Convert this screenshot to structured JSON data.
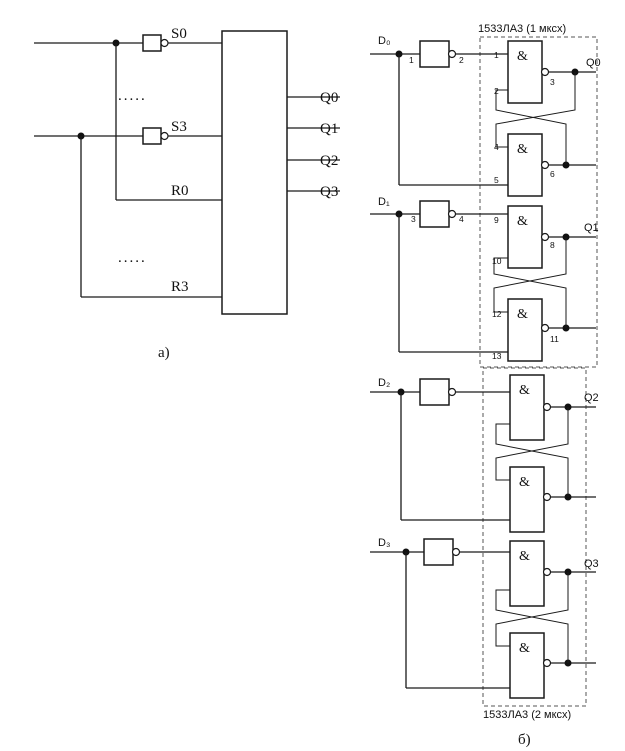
{
  "diagram_a": {
    "s0": "S0",
    "s3": "S3",
    "r0": "R0",
    "r3": "R3",
    "q0": "Q0",
    "q1": "Q1",
    "q2": "Q2",
    "q3": "Q3",
    "ellipsis_top": ".....",
    "ellipsis_bottom": ".....",
    "caption": "а)"
  },
  "diagram_b": {
    "chip_label_top": "1533ЛА3 (1 мксх)",
    "chip_label_bottom": "1533ЛА3 (2 мксх)",
    "caption": "б)",
    "and_symbol": "&",
    "stages": [
      {
        "input": "D₀",
        "output": "Q0"
      },
      {
        "input": "D₁",
        "output": "Q1"
      },
      {
        "input": "D₂",
        "output": "Q2"
      },
      {
        "input": "D₃",
        "output": "Q3"
      }
    ],
    "pins": {
      "stage0": {
        "inv_in": "1",
        "inv_out": "2",
        "g1_in1": "1",
        "g1_in2": "2",
        "g1_out": "3",
        "g2_in1": "4",
        "g2_in2": "5",
        "g2_out": "6"
      },
      "stage1": {
        "inv_in": "3",
        "inv_out": "4",
        "g1_in1": "9",
        "g1_in2": "10",
        "g1_out": "8",
        "g2_in1": "12",
        "g2_in2": "13",
        "g2_out": "11"
      }
    }
  }
}
